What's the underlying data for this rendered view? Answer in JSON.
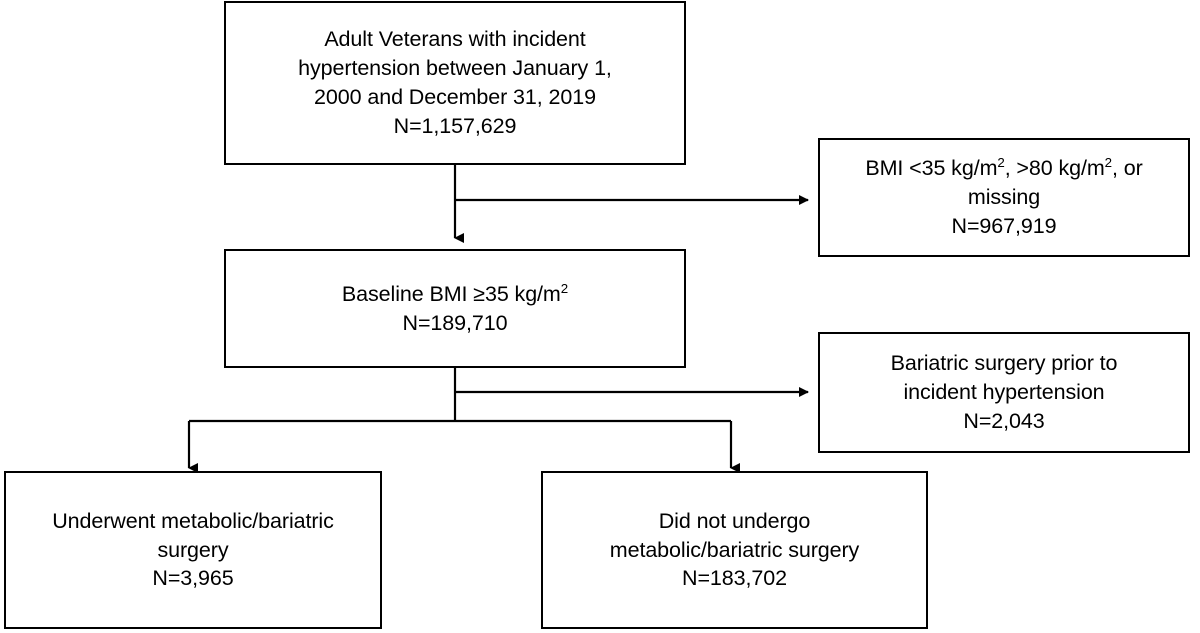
{
  "diagram": {
    "type": "study-flow-chart",
    "orientation": "top-to-bottom",
    "line_color": "#000000",
    "box_border_color": "#000000",
    "background_color": "#ffffff",
    "text_color": "#000000"
  },
  "boxes": {
    "cohort": {
      "id": "cohort",
      "role": "starting-cohort",
      "lines": [
        "Adult Veterans with incident",
        "hypertension between January 1,",
        "2000 and December 31, 2019"
      ],
      "count_label": "N=1,157,629",
      "count_value": 1157629
    },
    "bmi_exclusion": {
      "id": "bmi-exclusion",
      "role": "exclusion",
      "lines_html": "BMI <35 kg/m<sup>2</sup>, >80 kg/m<sup>2</sup>, or\nmissing",
      "lines_plain": [
        "BMI <35 kg/m2, >80 kg/m2, or",
        "missing"
      ],
      "count_label": "N=967,919",
      "count_value": 967919
    },
    "baseline": {
      "id": "baseline-bmi",
      "role": "eligible-cohort",
      "lines_html": "Baseline BMI ≥35 kg/m<sup>2</sup>",
      "lines_plain": [
        "Baseline BMI ≥35 kg/m2"
      ],
      "count_label": "N=189,710",
      "count_value": 189710
    },
    "surgery_exclusion": {
      "id": "surgery-exclusion",
      "role": "exclusion",
      "lines": [
        "Bariatric surgery prior to",
        "incident hypertension"
      ],
      "count_label": "N=2,043",
      "count_value": 2043
    },
    "underwent_surgery": {
      "id": "underwent-surgery",
      "role": "analysis-group",
      "lines": [
        "Underwent metabolic/bariatric",
        "surgery"
      ],
      "count_label": "N=3,965",
      "count_value": 3965
    },
    "no_surgery": {
      "id": "no-surgery",
      "role": "analysis-group",
      "lines": [
        "Did not undergo",
        "metabolic/bariatric surgery"
      ],
      "count_label": "N=183,702",
      "count_value": 183702
    }
  },
  "connectors": [
    {
      "name": "cohort-to-baseline",
      "from": "cohort",
      "to": "baseline",
      "arrowhead": "down"
    },
    {
      "name": "cohort-to-bmi-exclusion",
      "from": "cohort",
      "to": "bmi_exclusion",
      "arrowhead": "right"
    },
    {
      "name": "baseline-to-surgery-exclusion",
      "from": "baseline",
      "to": "surgery_exclusion",
      "arrowhead": "right"
    },
    {
      "name": "baseline-to-underwent-surgery",
      "from": "baseline",
      "to": "underwent_surgery",
      "arrowhead": "down"
    },
    {
      "name": "baseline-to-no-surgery",
      "from": "baseline",
      "to": "no_surgery",
      "arrowhead": "down"
    }
  ]
}
